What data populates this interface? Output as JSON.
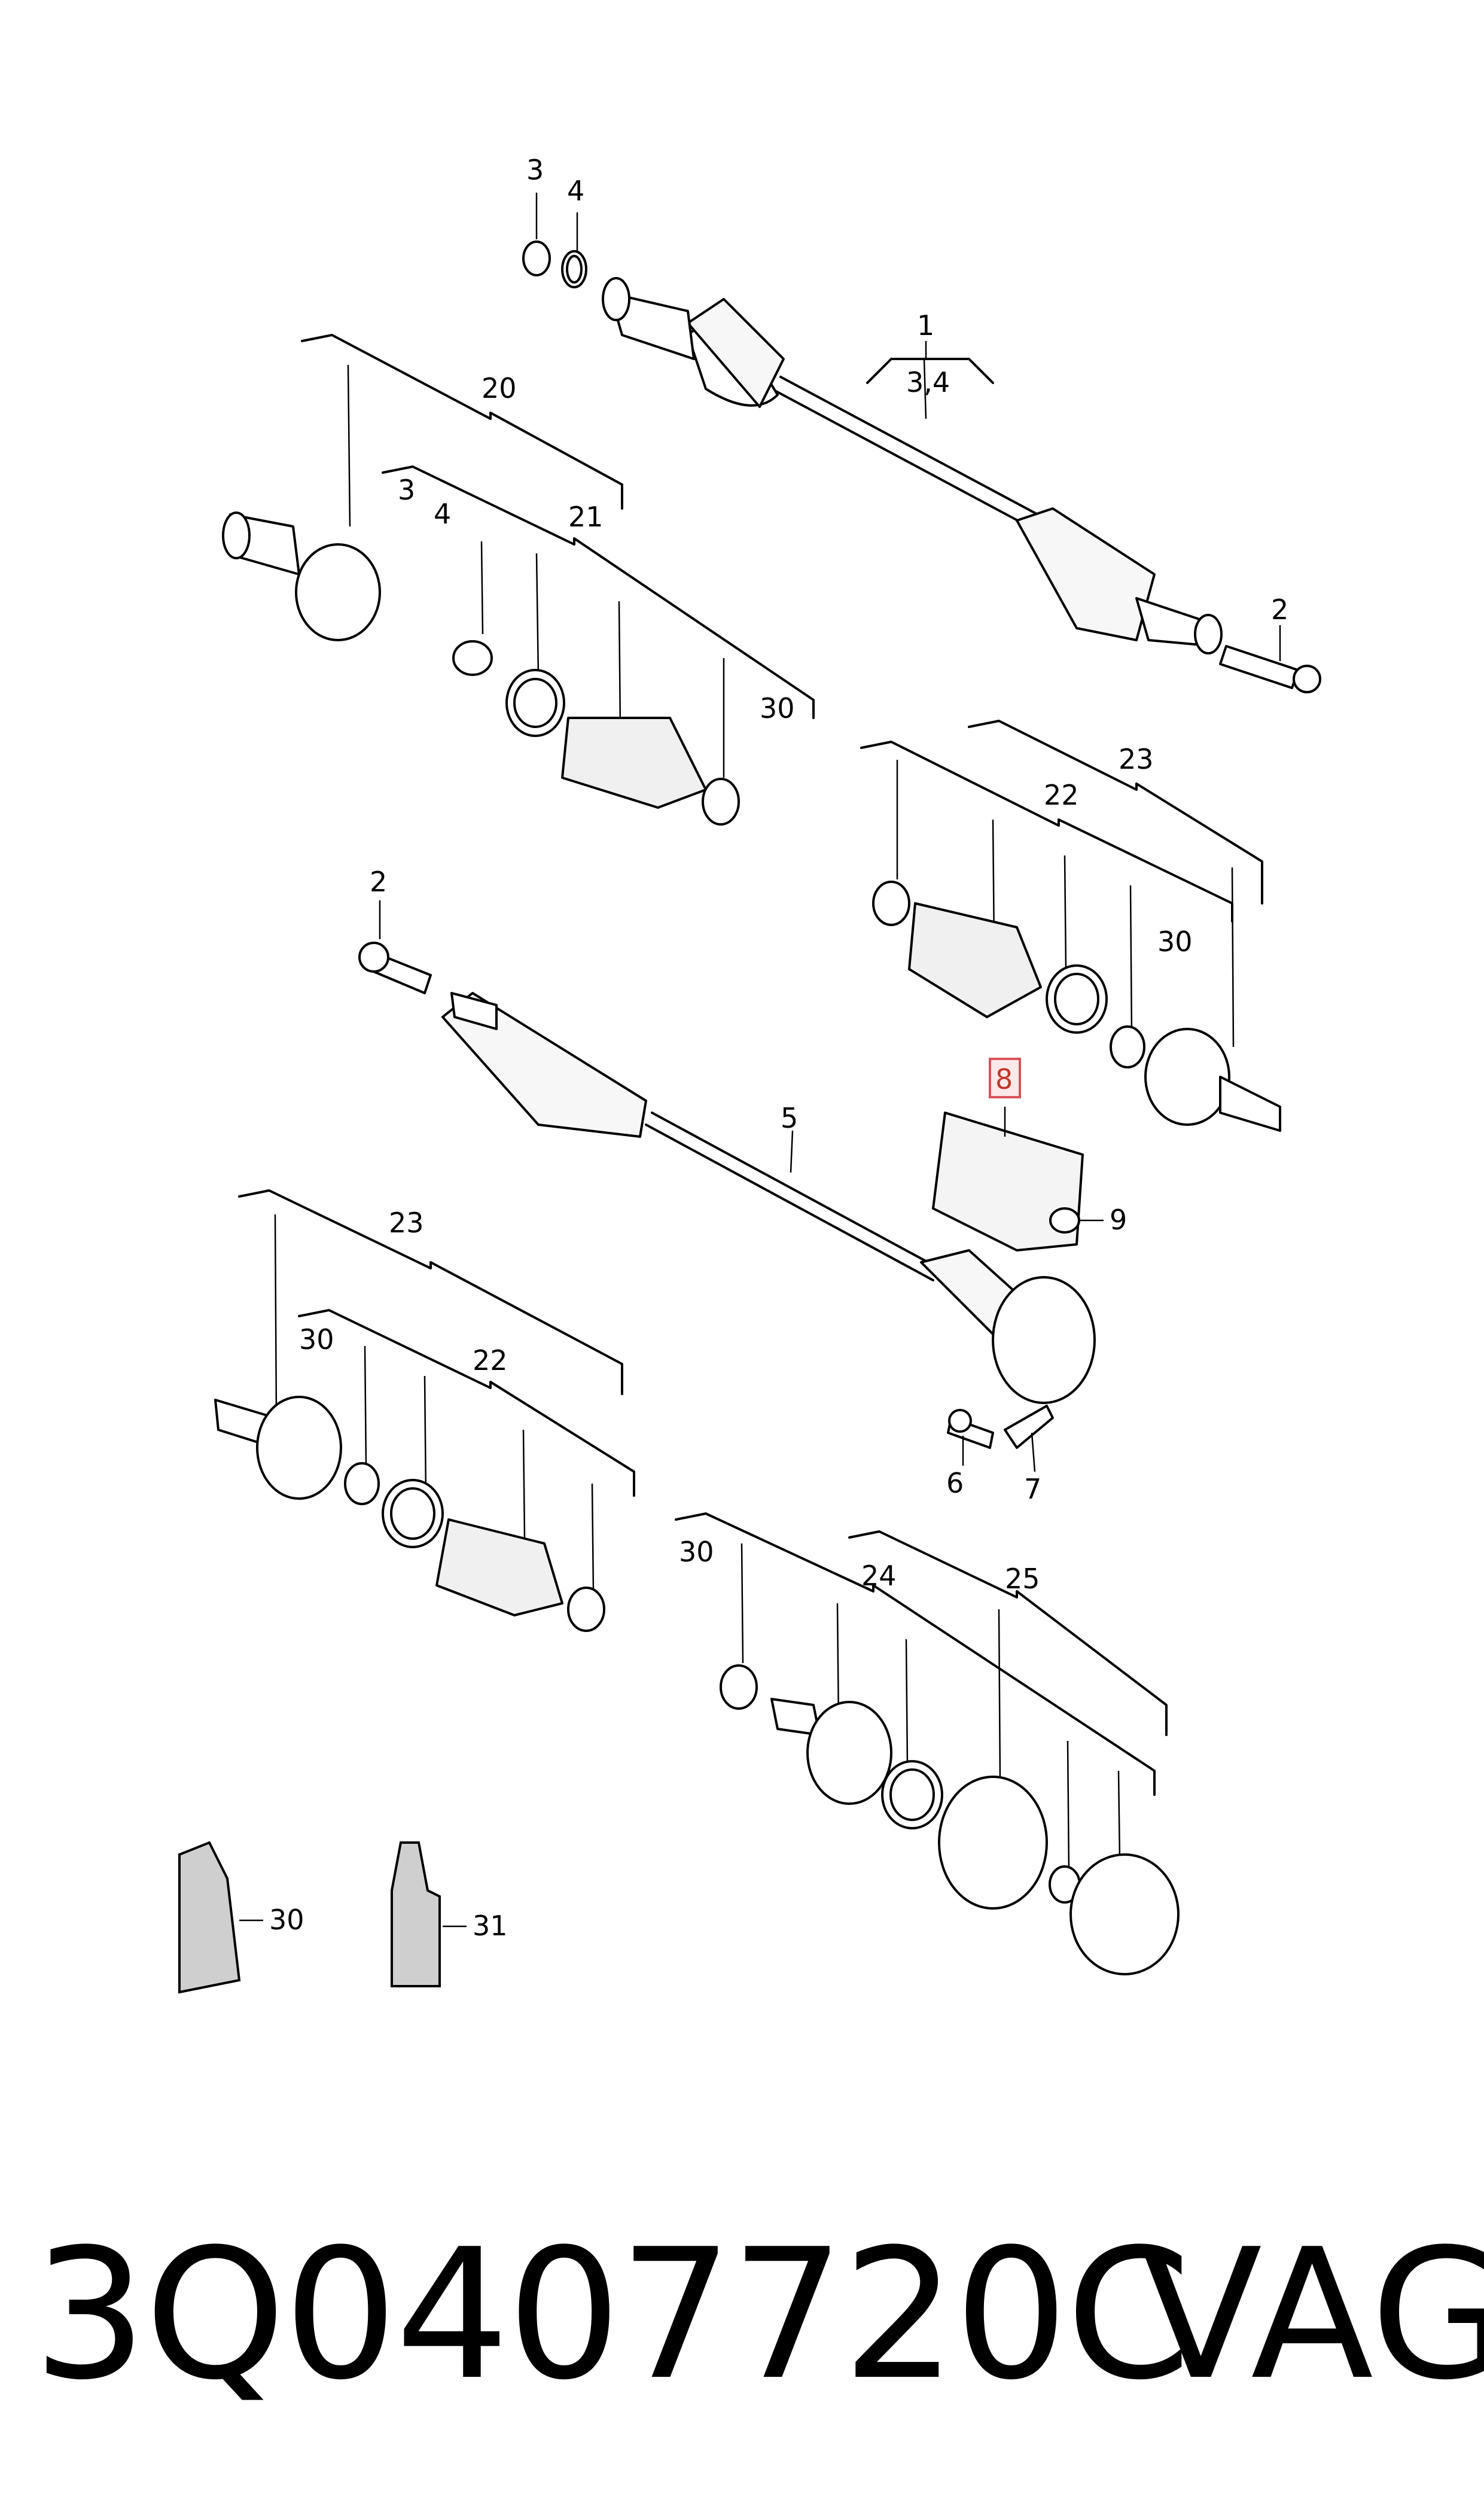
{
  "diagram": {
    "callouts": {
      "c3_top": "3",
      "c4_top": "4",
      "c1": "1",
      "c34": "3,4",
      "c20": "20",
      "c3_mid": "3",
      "c4_mid": "4",
      "c21": "21",
      "c30_a": "30",
      "c2_right": "2",
      "c23_right": "23",
      "c22_right": "22",
      "c30_b": "30",
      "c2_left": "2",
      "c5": "5",
      "c8": "8",
      "c9": "9",
      "c6": "6",
      "c7": "7",
      "c23_left": "23",
      "c30_c": "30",
      "c22_left": "22",
      "c30_d": "30",
      "c24": "24",
      "c25": "25",
      "c30_e": "30",
      "c31": "31"
    },
    "highlighted_part": "8"
  },
  "footer": {
    "part_number": "3Q0407720C",
    "brand": "VAG"
  }
}
